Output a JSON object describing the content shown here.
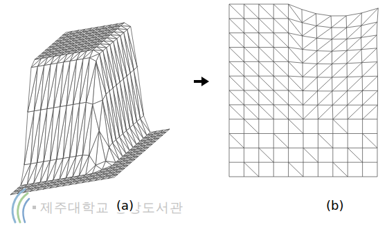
{
  "diagram": {
    "labels": [
      "(a)",
      "(b)",
      "제주대학교 중앙도서관"
    ]
  }
}
